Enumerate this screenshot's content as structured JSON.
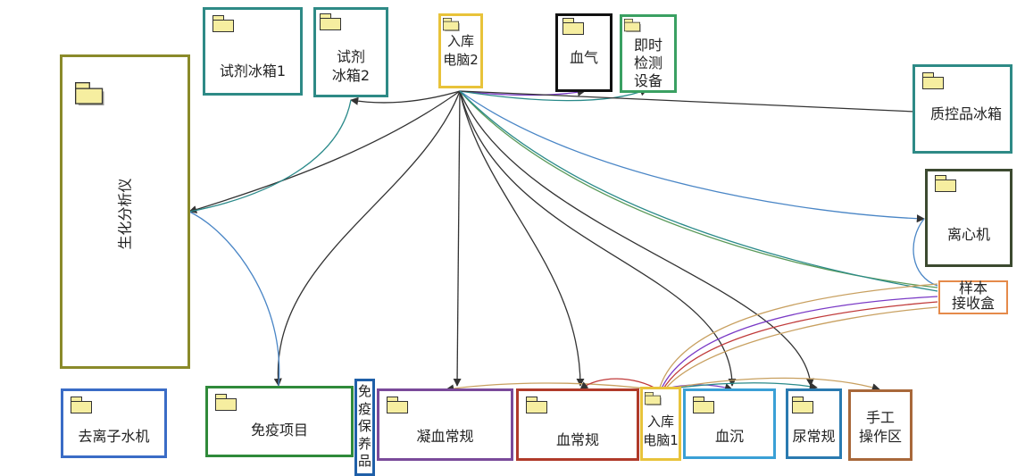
{
  "nodes": {
    "reagent_fridge_1": {
      "label": "试剂冰箱1",
      "border": "#2e8a86"
    },
    "reagent_fridge_2": {
      "label": "试剂\n冰箱2",
      "border": "#2e8a86"
    },
    "storage_pc_2": {
      "label": "入库\n电脑2",
      "border": "#e8c33a"
    },
    "blood_gas": {
      "label": "血气",
      "border": "#111111"
    },
    "poct": {
      "label": "即时\n检测\n设备",
      "border": "#3aa062"
    },
    "qc_fridge": {
      "label": "质控品冰箱",
      "border": "#2e8a86"
    },
    "biochem_analyzer": {
      "label": "生化分析仪",
      "border": "#8a8a2a"
    },
    "centrifuge": {
      "label": "离心机",
      "border": "#3c4a30"
    },
    "sample_box": {
      "label": "样本\n接收盒",
      "border": "#e58a4a"
    },
    "di_water": {
      "label": "去离子水机",
      "border": "#3a6cc6"
    },
    "immunology": {
      "label": "免疫项目",
      "border": "#2f8a3a"
    },
    "immuno_maintenance": {
      "label": "免\n疫\n保\n养\n品",
      "border": "#1f5fa8"
    },
    "coagulation": {
      "label": "凝血常规",
      "border": "#7a4a9a"
    },
    "cbc": {
      "label": "血常规",
      "border": "#b03a2a"
    },
    "storage_pc_1": {
      "label": "入库\n电脑1",
      "border": "#e8c33a"
    },
    "esr": {
      "label": "血沉",
      "border": "#3aa0d6"
    },
    "urinalysis": {
      "label": "尿常规",
      "border": "#2a7ab0"
    },
    "manual_area": {
      "label": "手工\n操作区",
      "border": "#a8683a"
    }
  },
  "icon": "folder-icon",
  "link_colors": {
    "dark": "#333333",
    "blue": "#4a86c6",
    "green": "#5a9a5a",
    "olive": "#8a9a50",
    "purple": "#7a3ac6",
    "red": "#c03a3a",
    "tan": "#c8a060",
    "teal": "#2a8a8a"
  }
}
